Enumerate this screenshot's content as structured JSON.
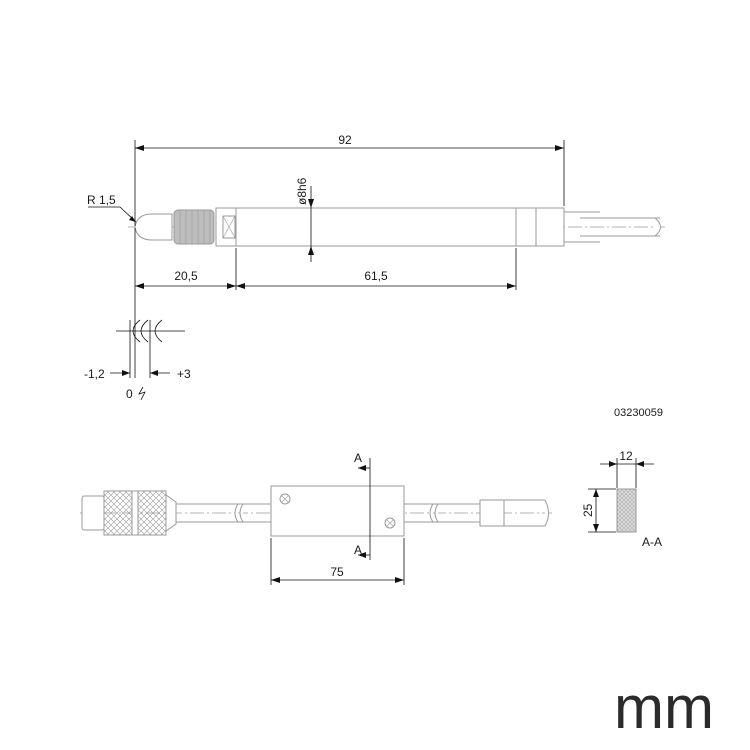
{
  "probe": {
    "overall_length": "92",
    "tip_radius": "R 1,5",
    "diameter": "ø8h6",
    "length_front": "20,5",
    "length_body": "61,5",
    "travel_minus": "-1,2",
    "travel_zero": "0",
    "travel_plus": "+3"
  },
  "drawing_ref": "03230059",
  "module": {
    "length": "75",
    "section_label_top": "A",
    "section_label_bottom": "A",
    "section_name": "A-A",
    "section_width": "12",
    "section_height": "25"
  },
  "unit_label": "mm",
  "colors": {
    "part_outline": "#9a9a9a",
    "dimension_line": "#111111",
    "part_fill": "#bdbdbd"
  }
}
